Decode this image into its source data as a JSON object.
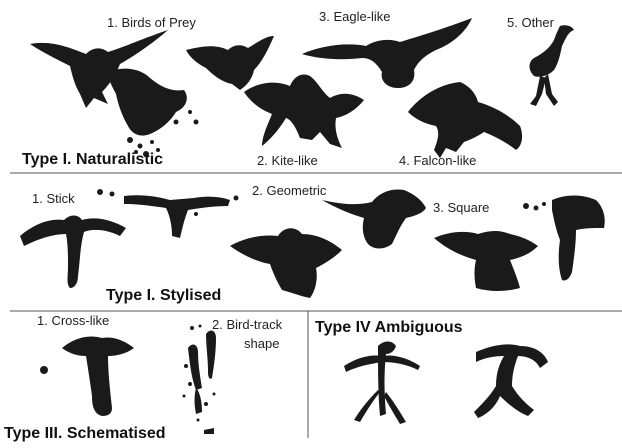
{
  "sections": {
    "naturalistic": {
      "title": "Type I. Naturalistic",
      "labels": [
        "1. Birds of Prey",
        "3. Eagle-like",
        "5. Other",
        "2. Kite-like",
        "4. Falcon-like"
      ]
    },
    "stylised": {
      "title": "Type I. Stylised",
      "labels": [
        "1. Stick",
        "2. Geometric",
        "3. Square"
      ]
    },
    "schematised": {
      "title": "Type III. Schematised",
      "labels": [
        "1. Cross-like",
        "2. Bird-track",
        "shape"
      ]
    },
    "ambiguous": {
      "title": "Type IV Ambiguous"
    }
  },
  "colors": {
    "ink": "#1a1a1a",
    "rule": "#555555",
    "background": "#ffffff"
  }
}
